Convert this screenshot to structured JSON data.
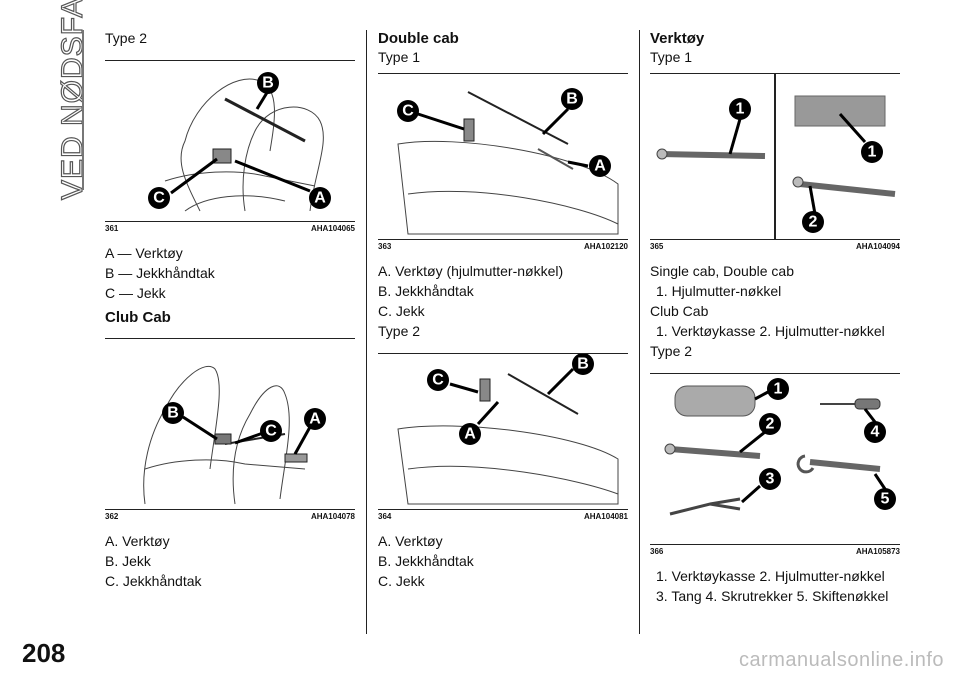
{
  "side": {
    "title": "VED NØDSFALL"
  },
  "page_number": "208",
  "watermark": "carmanualsonline.info",
  "col1": {
    "type_label": "Type 2",
    "fig361": {
      "num": "361",
      "code": "AHA104065",
      "marks": [
        "B",
        "C",
        "A"
      ]
    },
    "list1": [
      "A — Verktøy",
      "B — Jekkhåndtak",
      "C — Jekk"
    ],
    "club_heading": "Club Cab",
    "fig362": {
      "num": "362",
      "code": "AHA104078",
      "marks": [
        "B",
        "C",
        "A"
      ]
    },
    "list2": [
      "A. Verktøy",
      "B. Jekk",
      "C. Jekkhåndtak"
    ]
  },
  "col2": {
    "heading": "Double cab",
    "type1": "Type 1",
    "fig363": {
      "num": "363",
      "code": "AHA102120",
      "marks": [
        "C",
        "B",
        "A"
      ]
    },
    "list1": [
      "A. Verktøy (hjulmutter-nøkkel)",
      "B. Jekkhåndtak",
      "C. Jekk"
    ],
    "type2": "Type 2",
    "fig364": {
      "num": "364",
      "code": "AHA104081",
      "marks": [
        "C",
        "B",
        "A"
      ]
    },
    "list2": [
      "A. Verktøy",
      "B. Jekkhåndtak",
      "C. Jekk"
    ]
  },
  "col3": {
    "heading": "Verktøy",
    "type1": "Type 1",
    "fig365": {
      "num": "365",
      "code": "AHA104094",
      "marks": [
        "1",
        "1",
        "2"
      ]
    },
    "single_label": "Single cab, Double cab",
    "single_item": "1. Hjulmutter-nøkkel",
    "club_label": "Club Cab",
    "club_item": "1. Verktøykasse  2. Hjulmutter-nøkkel",
    "type2": "Type 2",
    "fig366": {
      "num": "366",
      "code": "AHA105873",
      "marks": [
        "1",
        "2",
        "3",
        "4",
        "5"
      ]
    },
    "list_line1": "1. Verktøykasse  2. Hjulmutter-nøkkel",
    "list_line2": "3. Tang  4. Skrutrekker  5. Skiftenøkkel"
  }
}
